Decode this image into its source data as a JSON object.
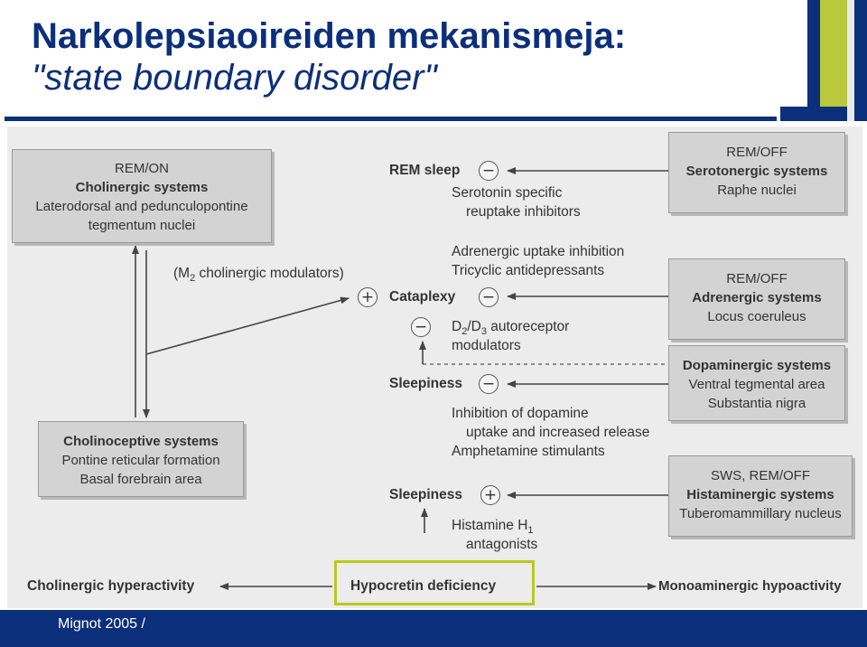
{
  "slide": {
    "title": "Narkolepsiaoireiden mekanismeja:",
    "subtitle": "\"state boundary disorder\"",
    "footer": "Mignot 2005 /",
    "colors": {
      "title": "#0b2f7a",
      "bar": "#0b2f7a",
      "highlight": "#b8c91e",
      "box": "#d3d3d3"
    }
  },
  "diagram": {
    "rem_on": {
      "l1": "REM/ON",
      "l2": "Cholinergic systems",
      "l3": "Laterodorsal and pedunculopontine",
      "l4": "tegmentum nuclei"
    },
    "cholinoceptive": {
      "l1": "Cholinoceptive systems",
      "l2": "Pontine reticular formation",
      "l3": "Basal forebrain area"
    },
    "serotonergic": {
      "l1": "REM/OFF",
      "l2": "Serotonergic systems",
      "l3": "Raphe nuclei"
    },
    "adrenergic": {
      "l1": "REM/OFF",
      "l2": "Adrenergic systems",
      "l3": "Locus coeruleus"
    },
    "dopaminergic": {
      "l1": "Dopaminergic systems",
      "l2": "Ventral tegmental area",
      "l3": "Substantia nigra"
    },
    "histaminergic": {
      "l1": "SWS, REM/OFF",
      "l2": "Histaminergic systems",
      "l3": "Tuberomammillary nucleus"
    },
    "labels": {
      "rem_sleep": "REM sleep",
      "ssri_1": "Serotonin specific",
      "ssri_2": "reuptake inhibitors",
      "adren_1": "Adrenergic uptake inhibition",
      "adren_2": "Tricyclic antidepressants",
      "m2_pre": "(M",
      "m2_sub": "2",
      "m2_post": " cholinergic modulators)",
      "cataplexy": "Cataplexy",
      "d2_a": "D",
      "d2_sub1": "2",
      "d2_b": "/D",
      "d2_sub2": "3",
      "d2_c": " autoreceptor",
      "d2_2": "modulators",
      "sleepiness_1": "Sleepiness",
      "dopa_1": "Inhibition of dopamine",
      "dopa_2": "uptake and increased release",
      "dopa_3": "Amphetamine stimulants",
      "sleepiness_2": "Sleepiness",
      "hist_a": "Histamine H",
      "hist_sub": "1",
      "hist_2": "antagonists",
      "chol_hyper": "Cholinergic hyperactivity",
      "hypocretin": "Hypocretin deficiency",
      "mono_hypo": "Monoaminergic hypoactivity"
    },
    "signs": {
      "minus": "−",
      "plus": "+"
    }
  }
}
